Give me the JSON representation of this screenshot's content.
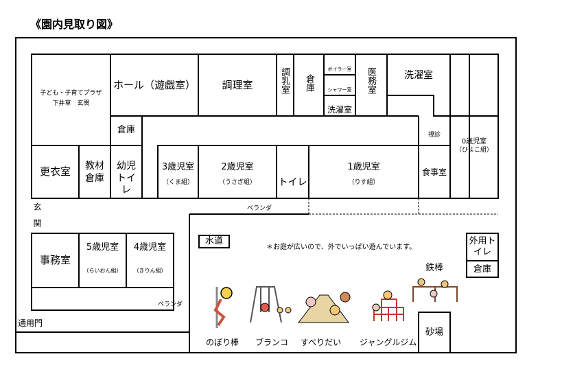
{
  "title": "《園内見取り図》",
  "rooms": {
    "entrance": [
      "子ども・子育てプラザ",
      "下井草　玄関"
    ],
    "hall": "ホール（遊戯室）",
    "kitchen": "調理室",
    "milk": "調乳室",
    "storage_top": "倉庫",
    "boiler": "ボイラー室",
    "shower": "シャワー室",
    "laundry_small": "洗濯室",
    "medical": "医務室",
    "laundry": "洗濯室",
    "storage_mid": "倉庫",
    "locker": "更衣室",
    "materials": "教材倉庫",
    "toddler_toilet": "幼児トイレ",
    "age3": "3歳児室",
    "age3_group": "（くま組）",
    "age2": "2歳児室",
    "age2_group": "（うさぎ組）",
    "toilet": "トイレ",
    "age1": "1歳児室",
    "age1_group": "（りす組）",
    "checkup": "視診",
    "age0": "0歳児室",
    "age0_group": "（ひよこ組）",
    "dining": "食事室",
    "office": "事務室",
    "age5": "5歳児室",
    "age5_group": "（らいおん組）",
    "age4": "4歳児室",
    "age4_group": "（きりん組）"
  },
  "labels": {
    "entrance_side": "玄関",
    "veranda_top": "ベランダ",
    "veranda_bottom": "ベランダ",
    "service_gate": "通用門",
    "water": "水道",
    "note": "＊お庭が広いので、外でいっぱい遊んでいます。",
    "outdoor_toilet": "外用トイレ",
    "outdoor_storage": "倉庫",
    "sandbox": "砂場",
    "iron_bar": "鉄棒"
  },
  "playground": {
    "pole": "のぼり棒",
    "swing": "ブランコ",
    "slide": "すべりだい",
    "jungle_gym": "ジャングルジム"
  }
}
